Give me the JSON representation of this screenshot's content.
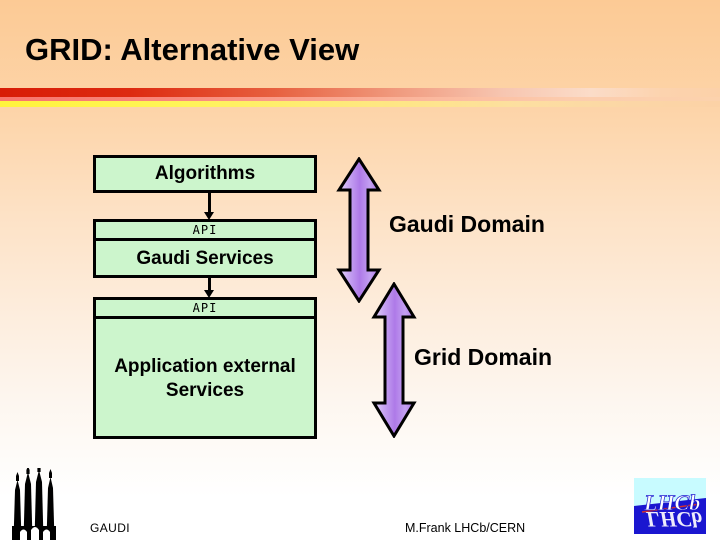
{
  "slide": {
    "title": "GRID: Alternative View",
    "background_top_color": "#fcca95",
    "background_bottom_color": "#ffffff",
    "rule_colors": {
      "red": "#d81c06",
      "pink": "#f8736b",
      "yellow": "#fff33c"
    }
  },
  "diagram": {
    "box_fill_color": "#ccf5cc",
    "box_border_color": "#000000",
    "arrow_color": "#b07bec",
    "boxes": [
      {
        "id": "algorithms",
        "label": "Algorithms",
        "api_label": null
      },
      {
        "id": "gaudi-services",
        "label": "Gaudi Services",
        "api_label": "API"
      },
      {
        "id": "application-external-services",
        "label": "Application external Services",
        "api_label": "API"
      }
    ],
    "domains": [
      {
        "id": "gaudi-domain",
        "label": "Gaudi Domain"
      },
      {
        "id": "grid-domain",
        "label": "Grid Domain"
      }
    ]
  },
  "footer": {
    "gaudi_label": "GAUDI",
    "author": "M.Frank LHCb/CERN",
    "lhcb_logo_text": "LHCb",
    "lhcb_logo_colors": {
      "sky": "#c8fbff",
      "sea": "#1a16d0",
      "text": "#ffffff"
    }
  }
}
